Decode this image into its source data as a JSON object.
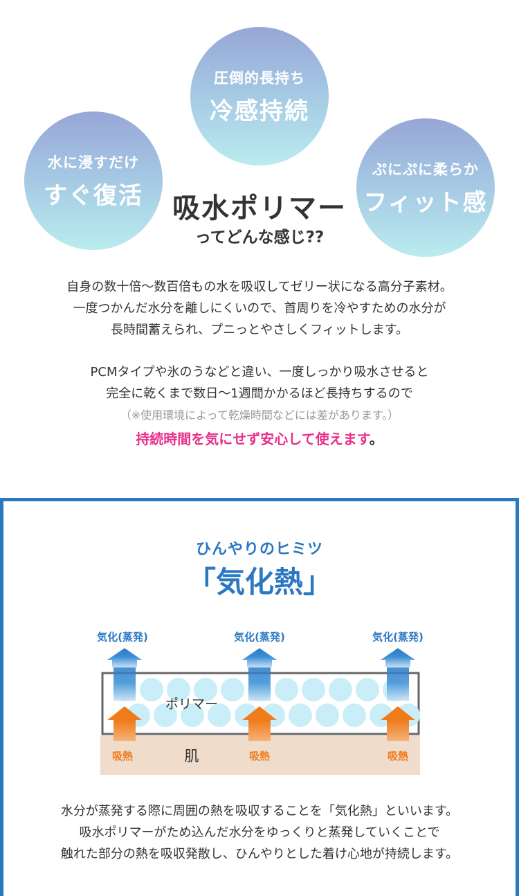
{
  "features": [
    {
      "small": "水に浸すだけ",
      "big": "すぐ復活"
    },
    {
      "small": "圧倒的長持ち",
      "big": "冷感持続"
    },
    {
      "small": "ぷにぷに柔らか",
      "big": "フィット感"
    }
  ],
  "headline": {
    "main": "吸水ポリマー",
    "sub": "ってどんな感じ??"
  },
  "para1": [
    "自身の数十倍〜数百倍もの水を吸収してゼリー状になる高分子素材。",
    "一度つかんだ水分を離しにくいので、首周りを冷やすための水分が",
    "長時間蓄えられ、プニっとやさしくフィットします。"
  ],
  "para2": [
    "PCMタイプや氷のうなどと違い、一度しっかり吸水させると",
    "完全に乾くまで数日〜1週間かかるほど長持ちするので"
  ],
  "note": "（※使用環境によって乾燥時間などには差があります。）",
  "highlight": {
    "text": "持続時間を気にせず安心して使えます",
    "period": "。"
  },
  "secret": {
    "label": "ひんやりのヒミツ",
    "title": "「気化熱」",
    "evap_labels": [
      "気化(蒸発)",
      "気化(蒸発)",
      "気化(蒸発)"
    ],
    "absorb_labels": [
      "吸熱",
      "吸熱",
      "吸熱"
    ],
    "polymer_label": "ポリマー",
    "skin_label": "肌",
    "text": [
      "水分が蒸発する際に周囲の熱を吸収することを「気化熱」といいます。",
      "吸水ポリマーがため込んだ水分をゆっくりと蒸発していくことで",
      "触れた部分の熱を吸収発散し、ひんやりとした着け心地が持続します。"
    ]
  },
  "colors": {
    "accent_blue": "#2a78c2",
    "pink": "#e8308a",
    "orange": "#ef7b1a",
    "skin": "#efdccb",
    "bubble": "#c9eef8"
  }
}
